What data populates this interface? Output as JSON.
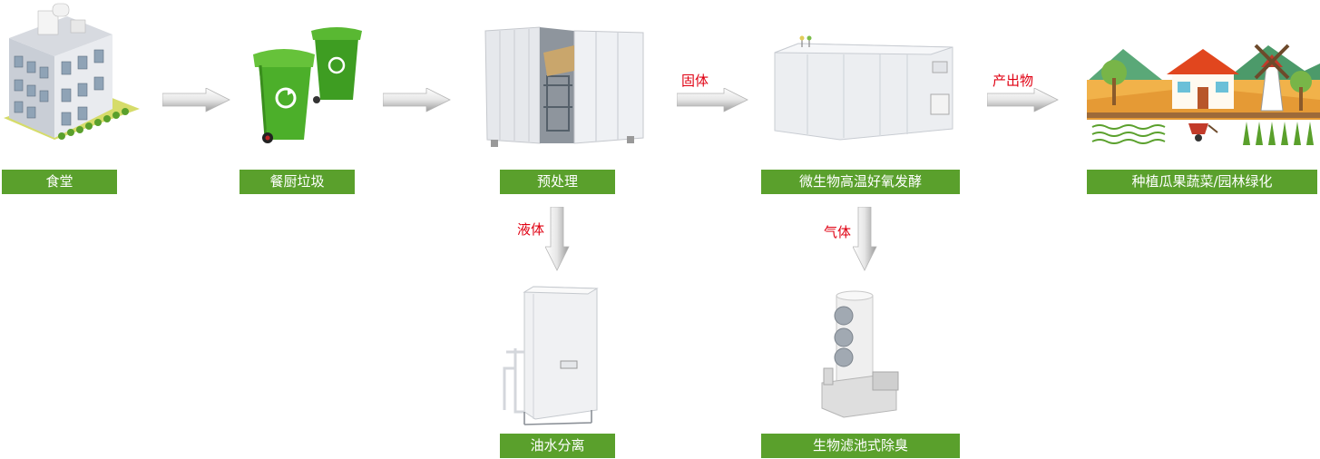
{
  "nodes": {
    "canteen": "食堂",
    "kitchen_waste": "餐厨垃圾",
    "pretreatment": "预处理",
    "fermentation": "微生物高温好氧发酵",
    "planting": "种植瓜果蔬菜/园林绿化",
    "oil_water": "油水分离",
    "deodor": "生物滤池式除臭"
  },
  "flow_labels": {
    "solid": "固体",
    "product": "产出物",
    "liquid": "液体",
    "gas": "气体"
  },
  "colors": {
    "label_bg": "#5aa02c",
    "label_text": "#ffffff",
    "flow_text": "#e00012",
    "bin_green": "#4caf2a"
  },
  "icons": {
    "canteen": "building-icon",
    "kitchen_waste": "recycle-bin-icon",
    "pretreatment": "machine-icon",
    "fermentation": "fermenter-icon",
    "planting": "farm-scene-icon",
    "oil_water": "separator-tank-icon",
    "deodor": "scrubber-tower-icon"
  }
}
